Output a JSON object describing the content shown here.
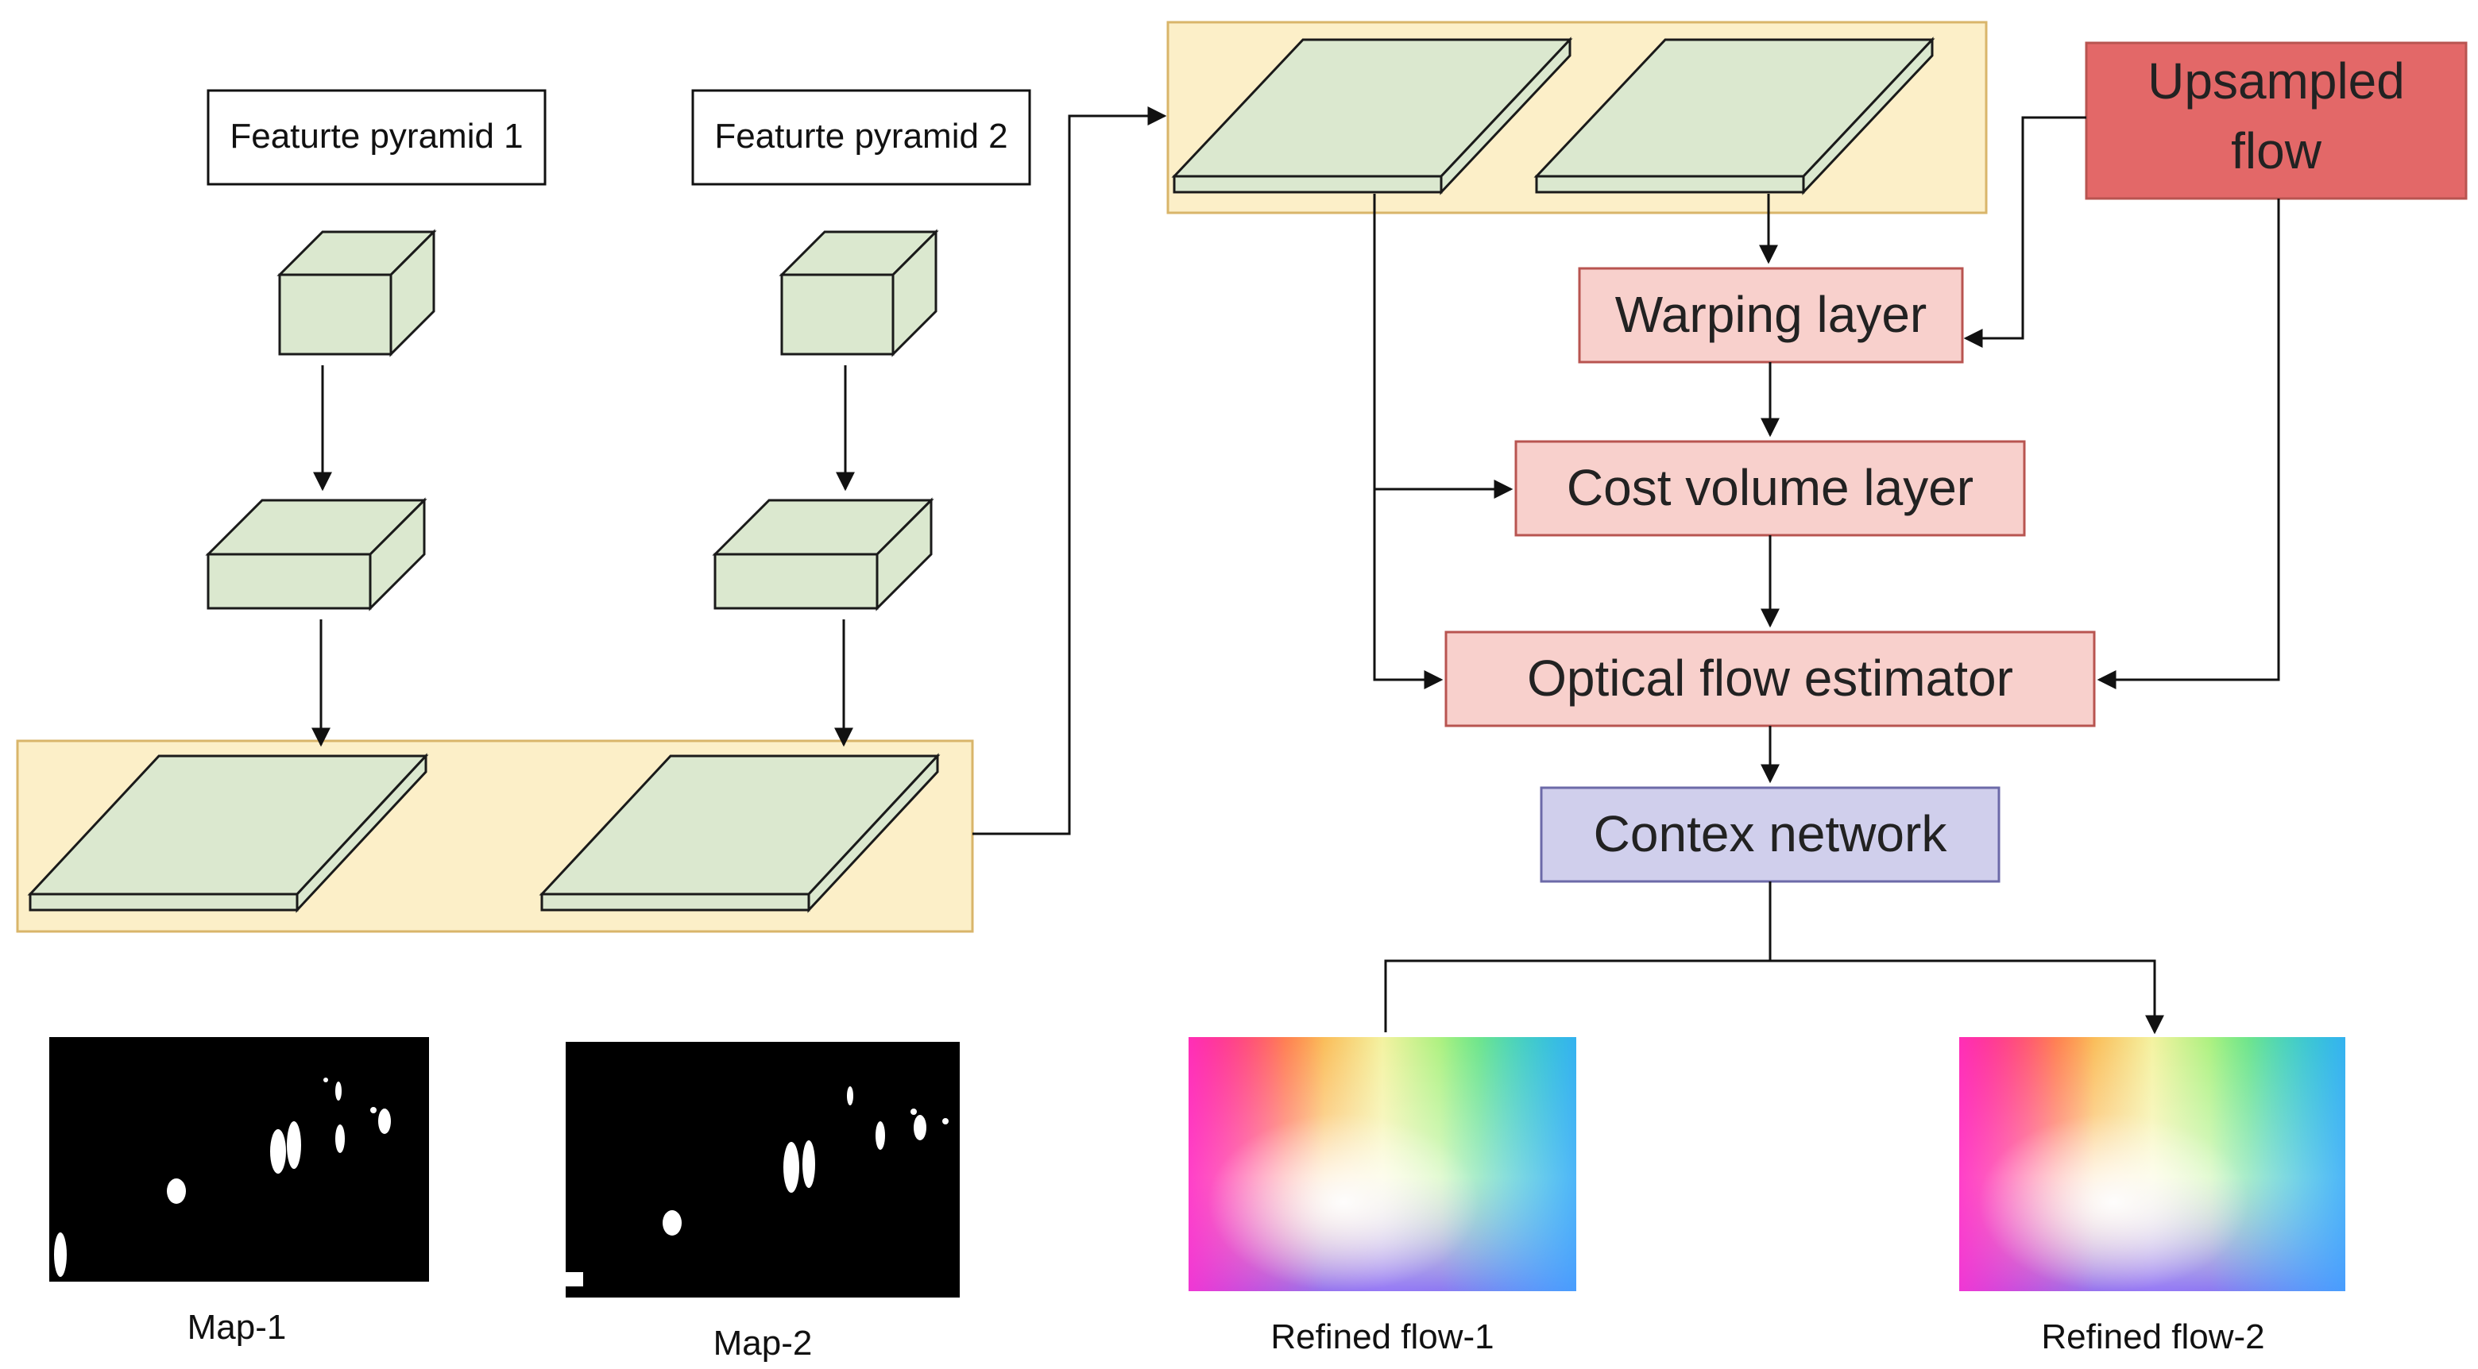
{
  "pyramid_labels": {
    "p1": "Featurte pyramid 1",
    "p2": "Featurte pyramid 2"
  },
  "blocks": {
    "upsampled_line1": "Upsampled",
    "upsampled_line2": "flow",
    "warping": "Warping layer",
    "cost_volume": "Cost volume layer",
    "optical_flow": "Optical flow estimator",
    "context": "Contex network"
  },
  "captions": {
    "map1": "Map-1",
    "map2": "Map-2",
    "refined1": "Refined flow-1",
    "refined2": "Refined flow-2"
  },
  "colors": {
    "feature_fill": "#dbe8cf",
    "feature_stroke": "#1a1a1a",
    "group_fill": "#fcefc8",
    "group_stroke": "#d9b56a",
    "layer_fill": "#f8d0cc",
    "layer_stroke": "#b85450",
    "upsampled_fill": "#e36868",
    "upsampled_stroke": "#b85450",
    "context_fill": "#d0cfec",
    "context_stroke": "#6c6aa8"
  }
}
